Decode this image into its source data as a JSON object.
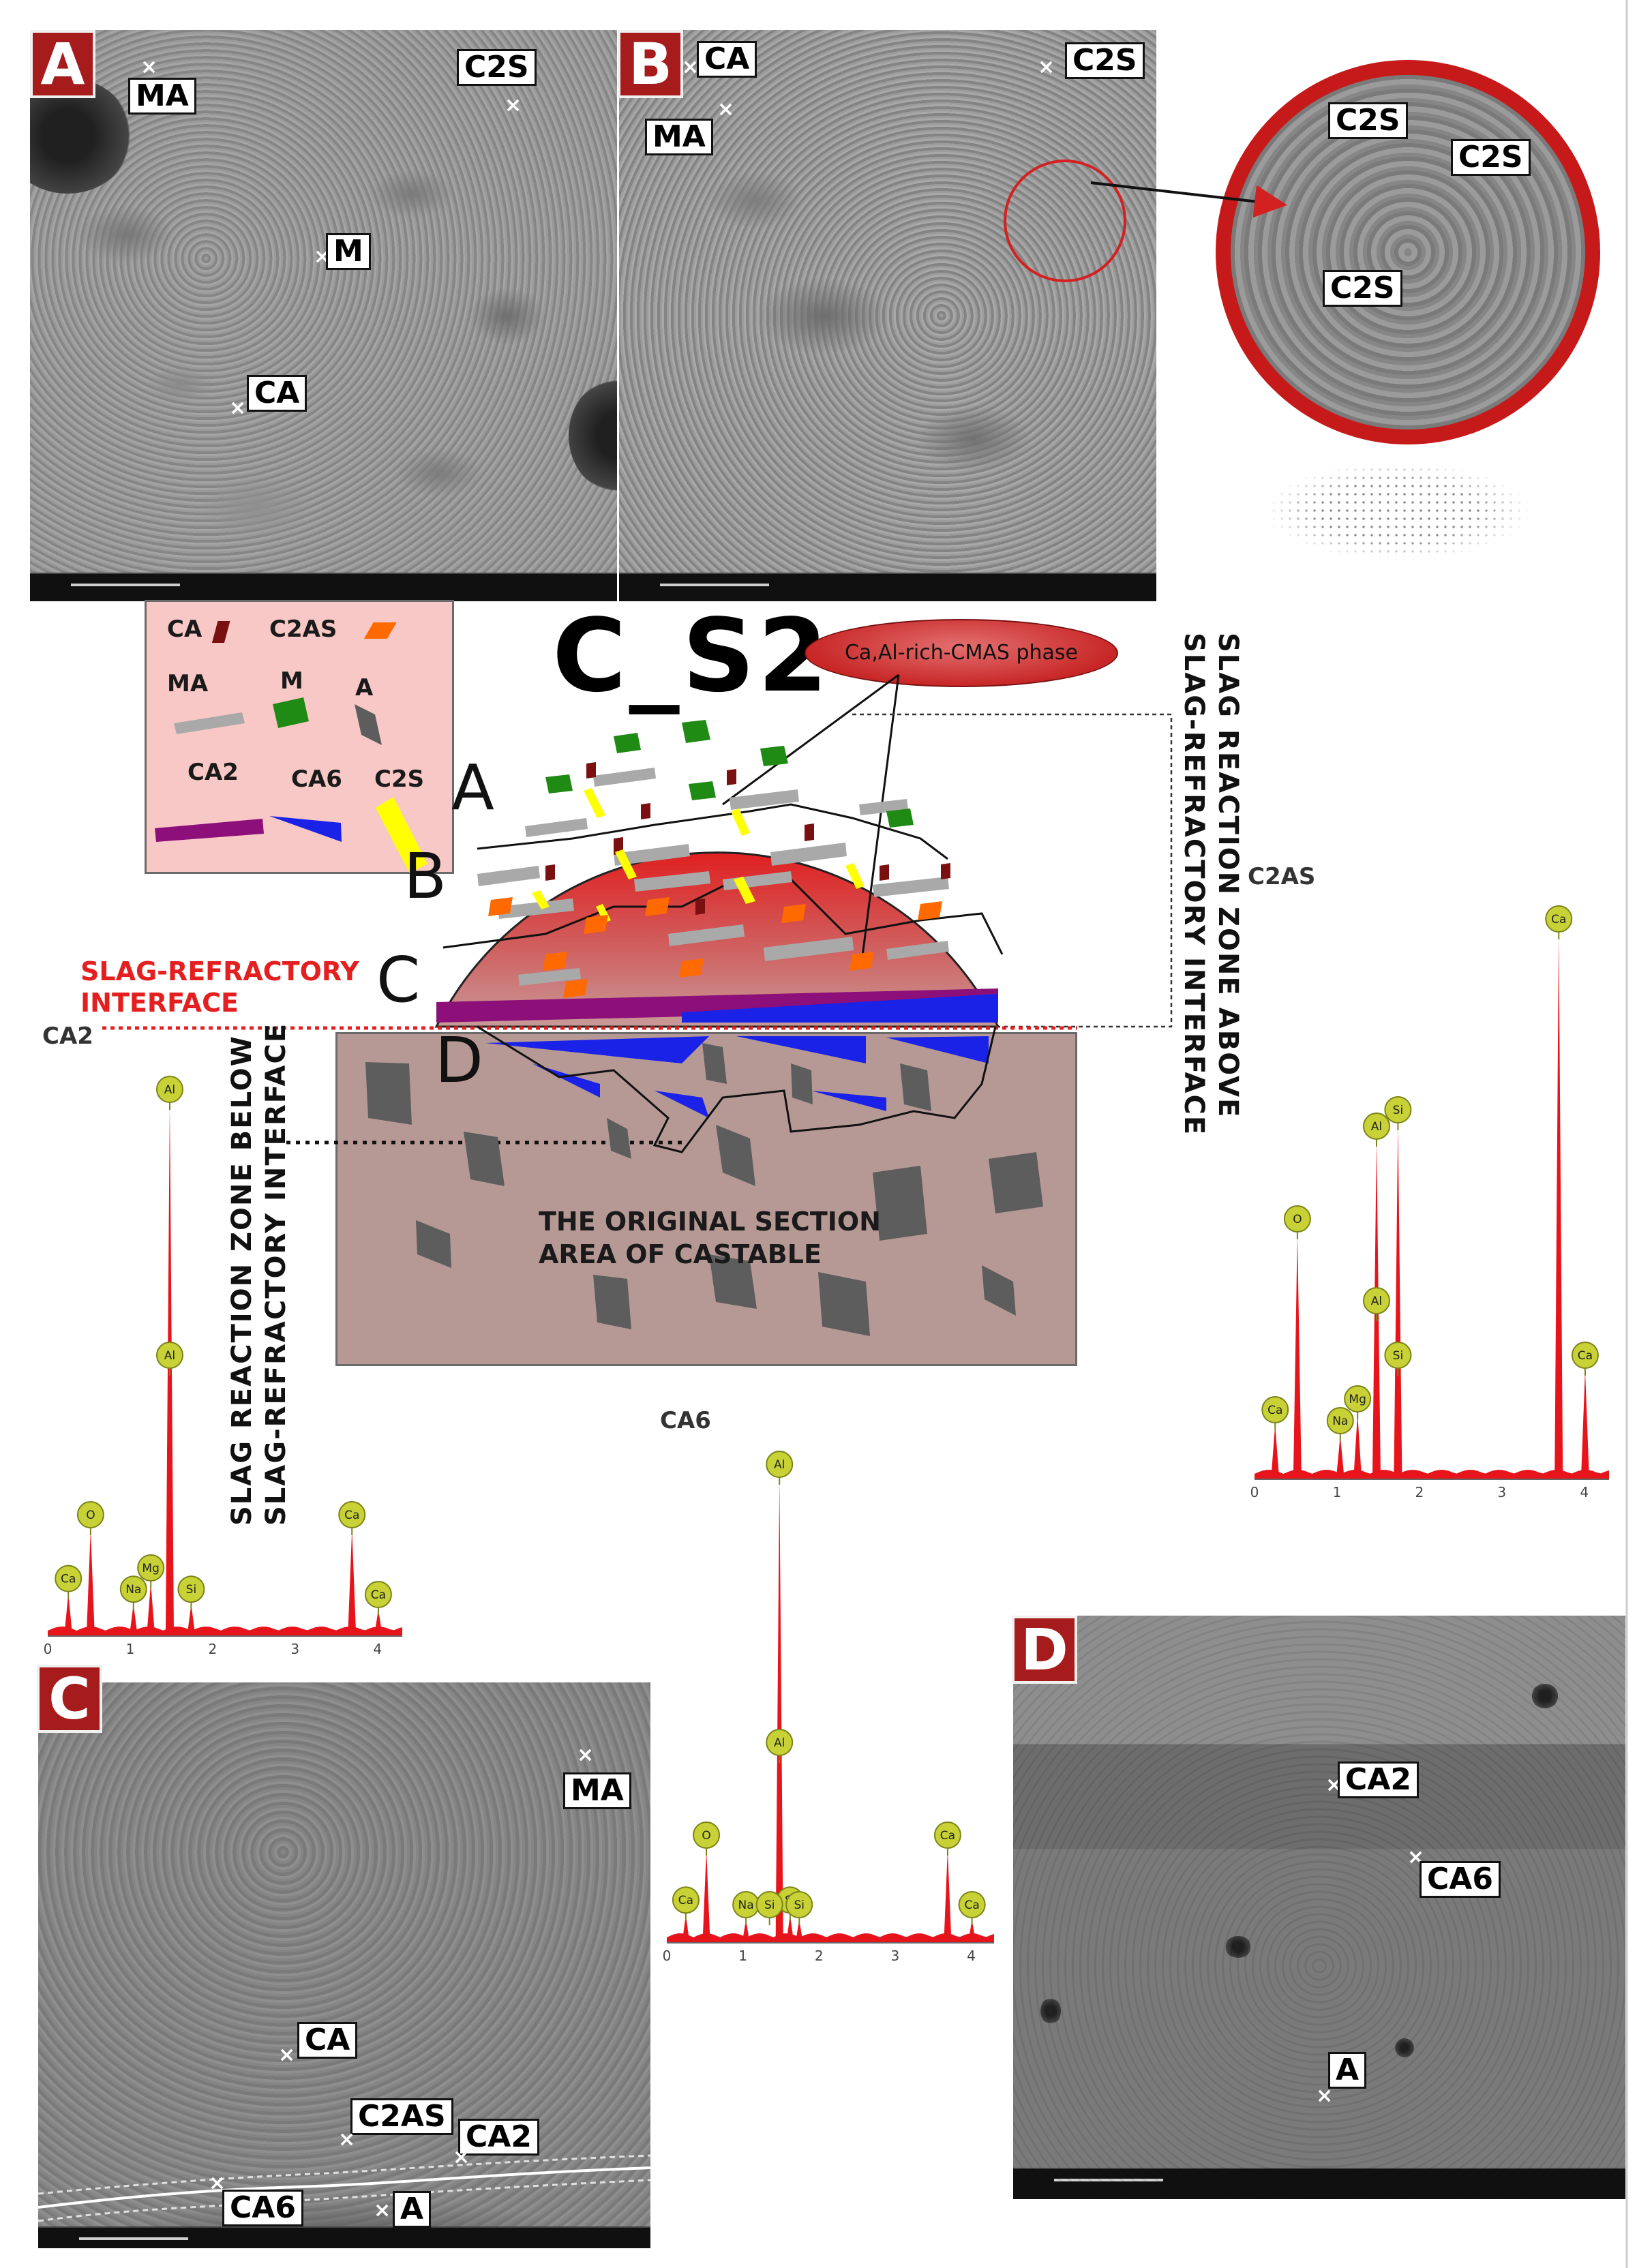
{
  "panels": {
    "a": {
      "letter": "A",
      "labels": {
        "ma": "MA",
        "c2s": "C2S",
        "m": "M",
        "ca": "CA"
      }
    },
    "b": {
      "letter": "B",
      "labels": {
        "ca": "CA",
        "ma": "MA",
        "c2s": "C2S"
      }
    },
    "zoom": {
      "labels": {
        "c2s_1": "C2S",
        "c2s_2": "C2S",
        "c2s_3": "C2S"
      }
    },
    "c": {
      "letter": "C",
      "labels": {
        "ma": "MA",
        "ca": "CA",
        "c2as": "C2AS",
        "ca2": "CA2",
        "ca6": "CA6",
        "a": "A"
      }
    },
    "d": {
      "letter": "D",
      "labels": {
        "ca2": "CA2",
        "ca6": "CA6",
        "a": "A"
      }
    }
  },
  "legend": {
    "ca": "CA",
    "c2as": "C2AS",
    "ma": "MA",
    "m": "M",
    "a": "A",
    "ca2": "CA2",
    "ca6": "CA6",
    "c2s": "C2S",
    "colors": {
      "ca": "#7a1010",
      "c2as": "#ff6a00",
      "ma": "#a9a9a9",
      "m": "#1f8a14",
      "a": "#5d5d5d",
      "ca2": "#8c0f7a",
      "ca6": "#1a22e8",
      "c2s": "#ffff00"
    }
  },
  "schematic": {
    "title": "C_S2",
    "cmas_phase": "Ca,Al-rich-CMAS phase",
    "zones": {
      "a": "A",
      "b": "B",
      "c": "C",
      "d": "D"
    },
    "above_zone_line1": "SLAG REACTION ZONE ABOVE",
    "above_zone_line2": "SLAG-REFRACTORY INTERFACE",
    "below_zone_line1": "SLAG REACTION ZONE BELOW",
    "below_zone_line2": "SLAG-REFRACTORY INTERFACE",
    "interface_line1": "SLAG-REFRACTORY",
    "interface_line2": "INTERFACE",
    "castable_line1": "THE ORIGINAL SECTION",
    "castable_line2": "AREA OF CASTABLE",
    "colors": {
      "slag": "#d63a32",
      "castable": "#b69995",
      "interface": "#e3201f"
    }
  },
  "spectra": {
    "ca2": {
      "title": "CA2",
      "ticks": [
        "0",
        "1",
        "2",
        "3",
        "4"
      ],
      "peaks": [
        {
          "label": "Ca",
          "x": 0.25,
          "h": 0.08
        },
        {
          "label": "O",
          "x": 0.52,
          "h": 0.2
        },
        {
          "label": "Na",
          "x": 1.04,
          "h": 0.06
        },
        {
          "label": "Mg",
          "x": 1.25,
          "h": 0.1
        },
        {
          "label": "Al",
          "x": 1.48,
          "h": 1.0
        },
        {
          "label": "Si",
          "x": 1.74,
          "h": 0.06
        },
        {
          "label": "Ca",
          "x": 3.69,
          "h": 0.2
        },
        {
          "label": "Ca",
          "x": 4.01,
          "h": 0.05
        }
      ],
      "extra_labels": [
        {
          "label": "Al",
          "x": 1.48,
          "h": 0.5
        }
      ]
    },
    "c2as": {
      "title": "C2AS",
      "ticks": [
        "0",
        "1",
        "2",
        "3",
        "4"
      ],
      "peaks": [
        {
          "label": "Ca",
          "x": 0.25,
          "h": 0.1
        },
        {
          "label": "O",
          "x": 0.52,
          "h": 0.45
        },
        {
          "label": "Na",
          "x": 1.04,
          "h": 0.08
        },
        {
          "label": "Mg",
          "x": 1.25,
          "h": 0.12
        },
        {
          "label": "Al",
          "x": 1.48,
          "h": 0.62
        },
        {
          "label": "Si",
          "x": 1.74,
          "h": 0.65
        },
        {
          "label": "Ca",
          "x": 3.69,
          "h": 1.0
        },
        {
          "label": "Ca",
          "x": 4.01,
          "h": 0.2
        }
      ],
      "extra_labels": [
        {
          "label": "Al",
          "x": 1.48,
          "h": 0.3
        },
        {
          "label": "Si",
          "x": 1.74,
          "h": 0.2
        }
      ]
    },
    "ca6": {
      "title": "CA6",
      "ticks": [
        "0",
        "1",
        "2",
        "3",
        "4"
      ],
      "peaks": [
        {
          "label": "Ca",
          "x": 0.25,
          "h": 0.06
        },
        {
          "label": "O",
          "x": 0.52,
          "h": 0.2
        },
        {
          "label": "Na",
          "x": 1.04,
          "h": 0.05
        },
        {
          "label": "Al",
          "x": 1.48,
          "h": 1.0
        },
        {
          "label": "Si",
          "x": 1.62,
          "h": 0.06
        },
        {
          "label": "Si",
          "x": 1.74,
          "h": 0.05
        },
        {
          "label": "Ca",
          "x": 3.69,
          "h": 0.2
        },
        {
          "label": "Ca",
          "x": 4.01,
          "h": 0.05
        }
      ],
      "extra_labels": [
        {
          "label": "Al",
          "x": 1.48,
          "h": 0.4
        },
        {
          "label": "Si",
          "x": 1.35,
          "h": 0.05
        }
      ]
    }
  }
}
